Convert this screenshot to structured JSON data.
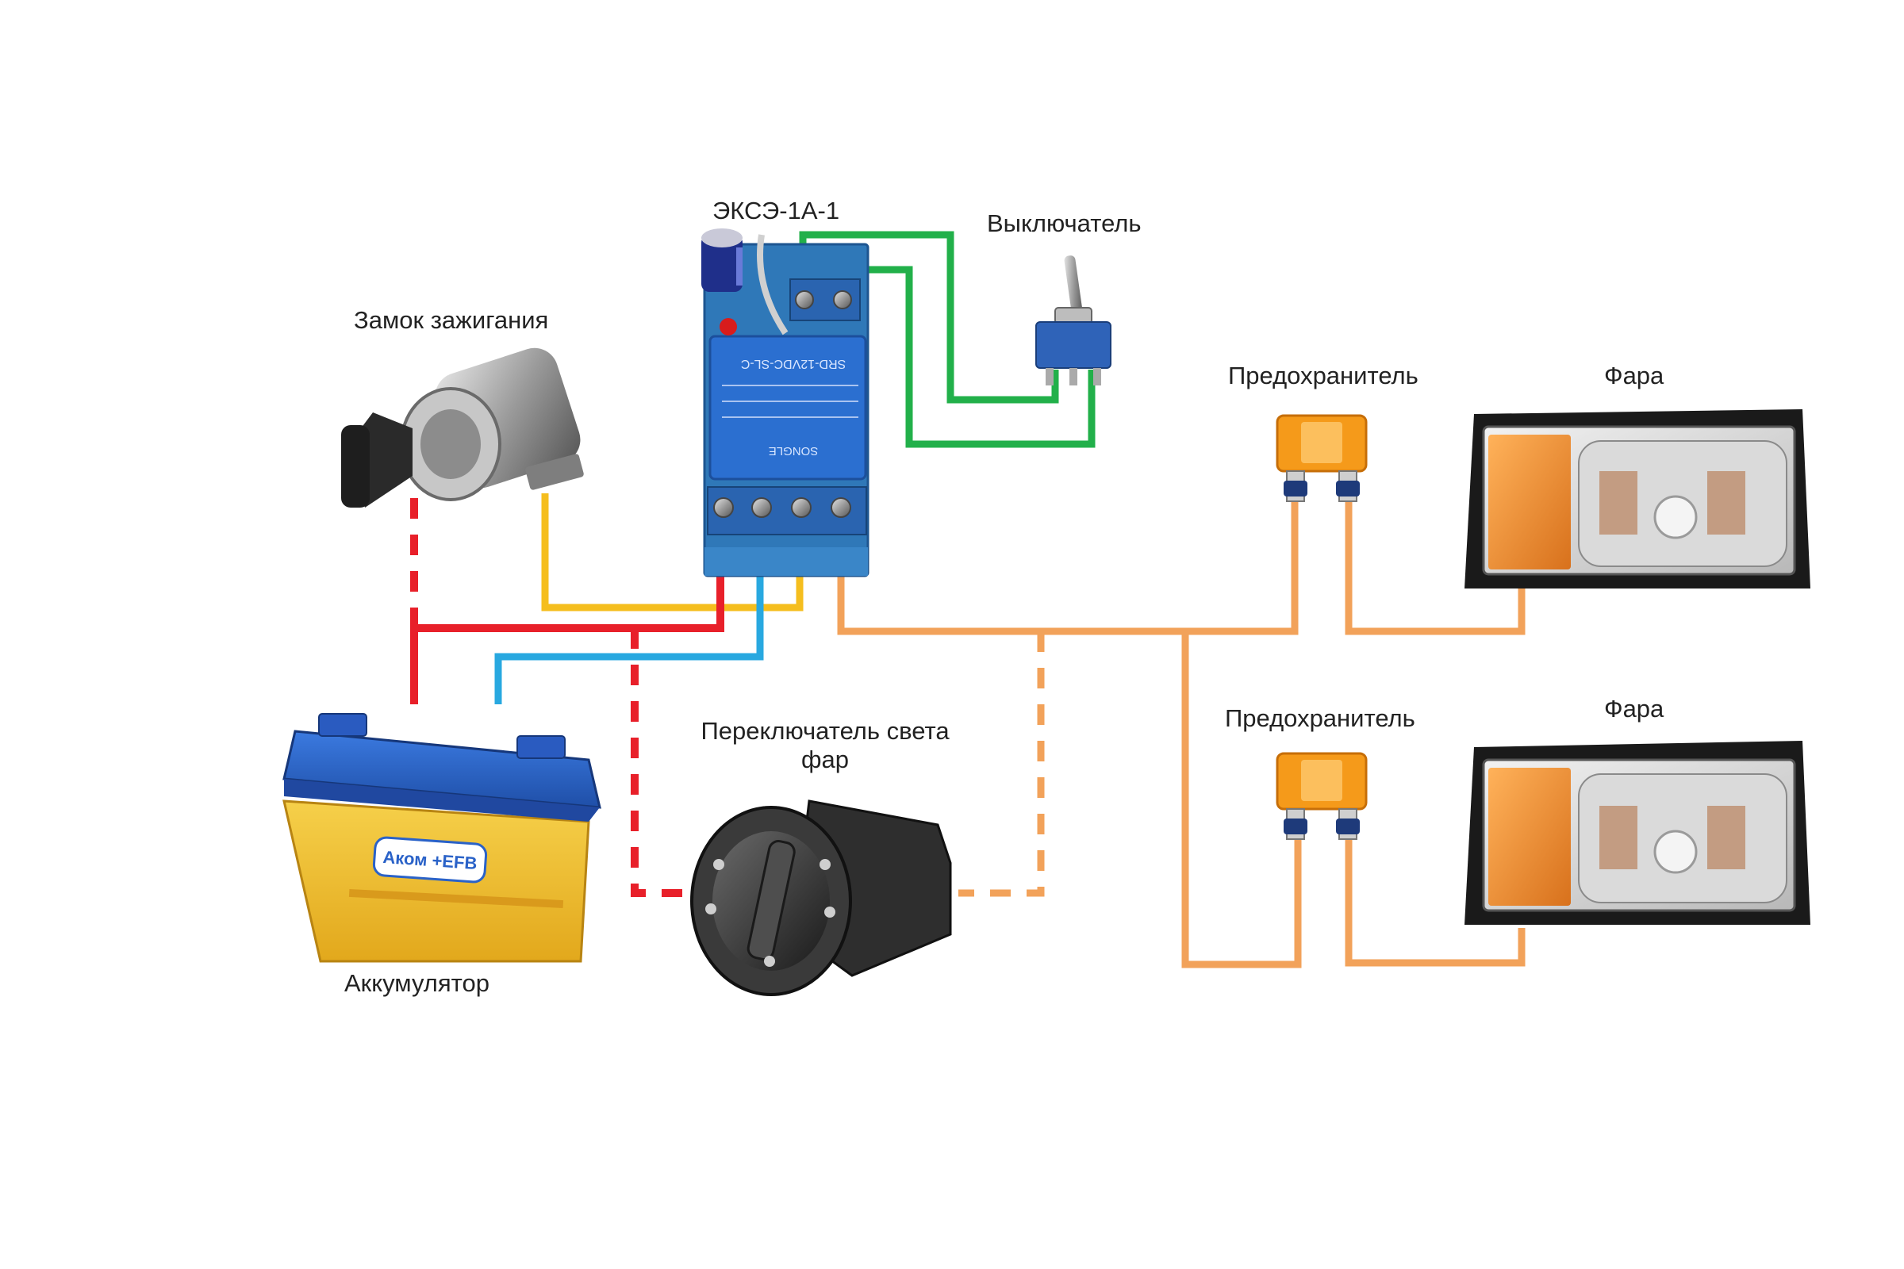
{
  "labels": {
    "relay": "ЭКСЭ-1А-1",
    "switch": "Выключатель",
    "ignition": "Замок зажигания",
    "fuse_top": "Предохранитель",
    "headlight_top": "Фара",
    "fuse_bottom": "Предохранитель",
    "headlight_bottom": "Фара",
    "light_switch": "Переключатель света фар",
    "battery": "Аккумулятор"
  },
  "battery_brand": "Аком +EFB",
  "relay_marking": "SRD-12VDC-SL-C",
  "relay_brand": "SONGLE",
  "colors": {
    "wire_red": "#e8202a",
    "wire_yellow": "#f5be1e",
    "wire_blue": "#28a8e0",
    "wire_green": "#22b04a",
    "wire_orange": "#f2a25a",
    "relay_board": "#2f78b8",
    "battery_case": "#f2c230",
    "battery_lid": "#2a62c8",
    "fuse": "#f59a1a"
  }
}
